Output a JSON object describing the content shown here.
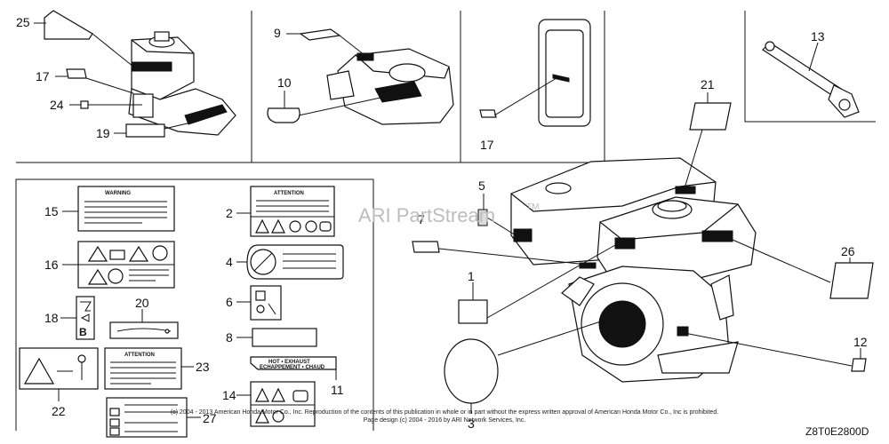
{
  "watermark": {
    "text": "ARI PartStream",
    "tm": "TM"
  },
  "diagram_code": "Z8T0E2800D",
  "footer": {
    "line1": "(c) 2004 - 2013 American Honda Motor Co., Inc. Reproduction of the contents of this publication in whole or in part without the express written approval of American Honda Motor Co., Inc is prohibited.",
    "line2": "Page design (c) 2004 - 2016 by ARI Network Services, Inc."
  },
  "callouts": {
    "c1": "1",
    "c2": "2",
    "c3": "3",
    "c4": "4",
    "c5": "5",
    "c6": "6",
    "c7": "7",
    "c8": "8",
    "c9": "9",
    "c10": "10",
    "c11": "11",
    "c12": "12",
    "c13": "13",
    "c14": "14",
    "c15": "15",
    "c16": "16",
    "c17a": "17",
    "c17b": "17",
    "c18": "18",
    "c19": "19",
    "c20": "20",
    "c21": "21",
    "c22": "22",
    "c23": "23",
    "c24": "24",
    "c25": "25",
    "c26": "26",
    "c27": "27"
  },
  "label_text": {
    "warning": "WARNING",
    "attention2": "ATTENTION",
    "attention23": "ATTENTION",
    "hot_line1": "HOT • EXHAUST",
    "hot_line2": "ECHAPPEMENT • CHAUD"
  }
}
